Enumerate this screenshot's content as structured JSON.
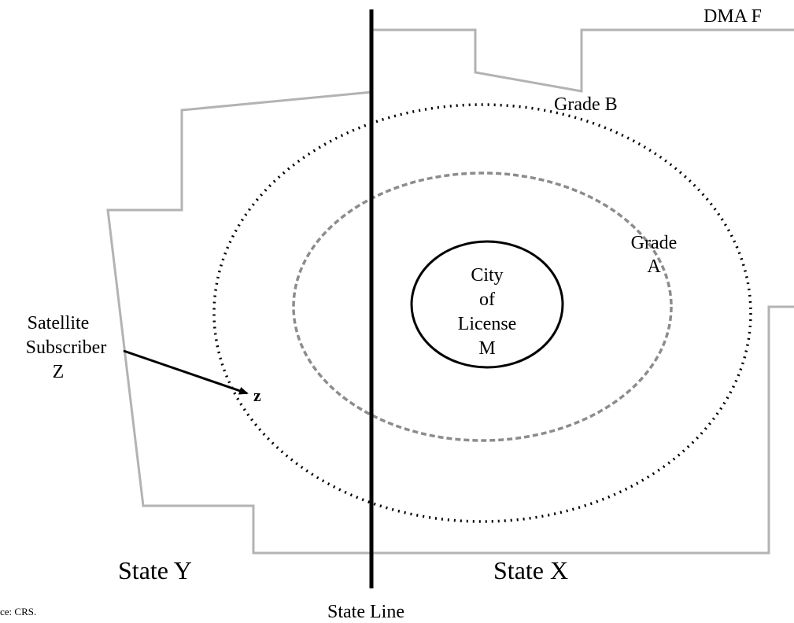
{
  "labels": {
    "dma": "DMA F",
    "grade_b": "Grade B",
    "grade_a_line1": "Grade",
    "grade_a_line2": "A",
    "city_line1": "City",
    "city_line2": "of",
    "city_line3": "License",
    "city_line4": "M",
    "subscriber_line1": "Satellite",
    "subscriber_line2": "Subscriber",
    "subscriber_line3": "Z",
    "subscriber_marker": "z",
    "state_y": "State Y",
    "state_x": "State X",
    "state_line": "State Line",
    "source": "ce: CRS."
  },
  "colors": {
    "dma_boundary": "#b3b3b3",
    "grade_a_contour": "#8c8c8c",
    "grade_b_contour": "#000000",
    "city_boundary": "#000000",
    "state_line": "#000000",
    "arrow": "#000000"
  }
}
